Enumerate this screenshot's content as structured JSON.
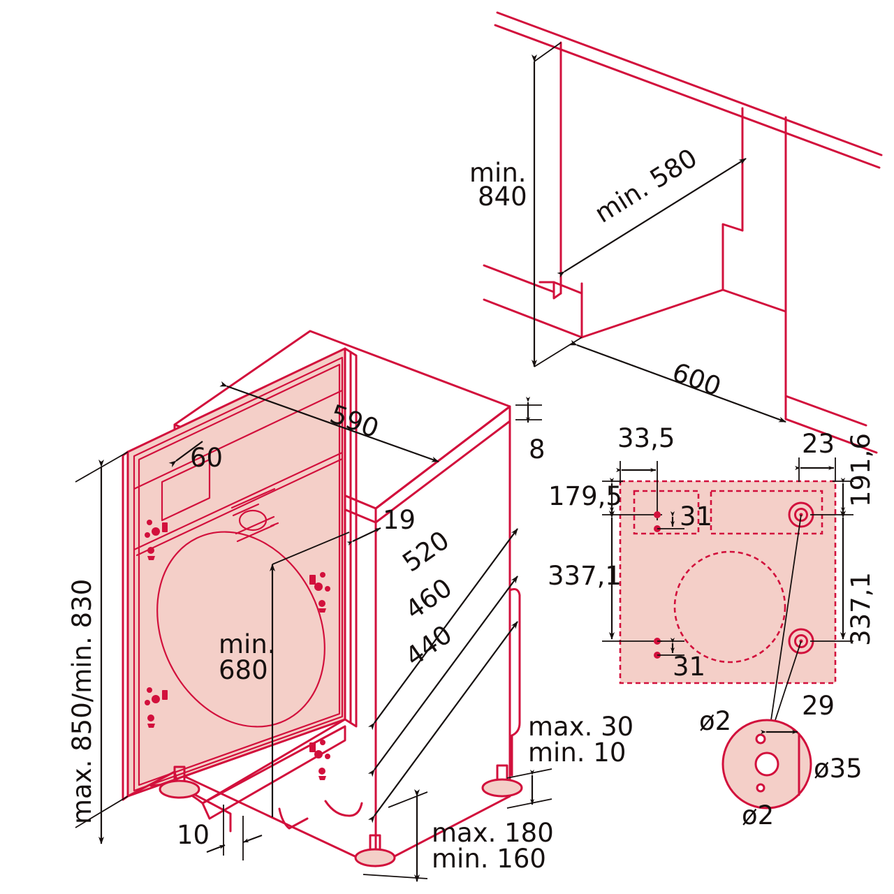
{
  "drawing": {
    "title": "Built-in appliance installation dimension drawing",
    "units": "mm",
    "colors": {
      "line": "#d2103c",
      "fill": "#f4cfc8",
      "dimension": "#16100f",
      "background": "#ffffff"
    }
  },
  "niche_view": {
    "name": "worktop-niche-isometric",
    "dimensions": {
      "height": "min.",
      "height_value": "840",
      "depth": "min. 580",
      "width": "600"
    }
  },
  "appliance_view": {
    "name": "appliance-isometric",
    "dimensions": {
      "height_range": "max. 850/min. 830",
      "top_width": "590",
      "front_panel_depth": "60",
      "top_thickness": "8",
      "front_offset": "19",
      "depth_520": "520",
      "depth_460": "460",
      "depth_440": "440",
      "door_height_label_1": "min.",
      "door_height_label_2": "680",
      "plinth_clearance": "10",
      "foot_adjust_1": "max. 30",
      "foot_adjust_2": "min. 10",
      "plinth_height_1": "max. 180",
      "plinth_height_2": "min. 160"
    }
  },
  "panel_detail": {
    "name": "door-panel-drilling-template",
    "dimensions": {
      "d_33_5": "33,5",
      "d_23": "23",
      "d_179_5": "179,5",
      "d_191_6": "191,6",
      "d_337_1_left": "337,1",
      "d_337_1_right": "337,1",
      "d_31_top": "31",
      "d_31_bottom": "31"
    }
  },
  "hinge_detail": {
    "name": "hinge-cup-detail",
    "dimensions": {
      "offset_29": "29",
      "hole_dia_top": "ø2",
      "hole_dia_bottom": "ø2",
      "cup_dia": "ø35"
    }
  }
}
